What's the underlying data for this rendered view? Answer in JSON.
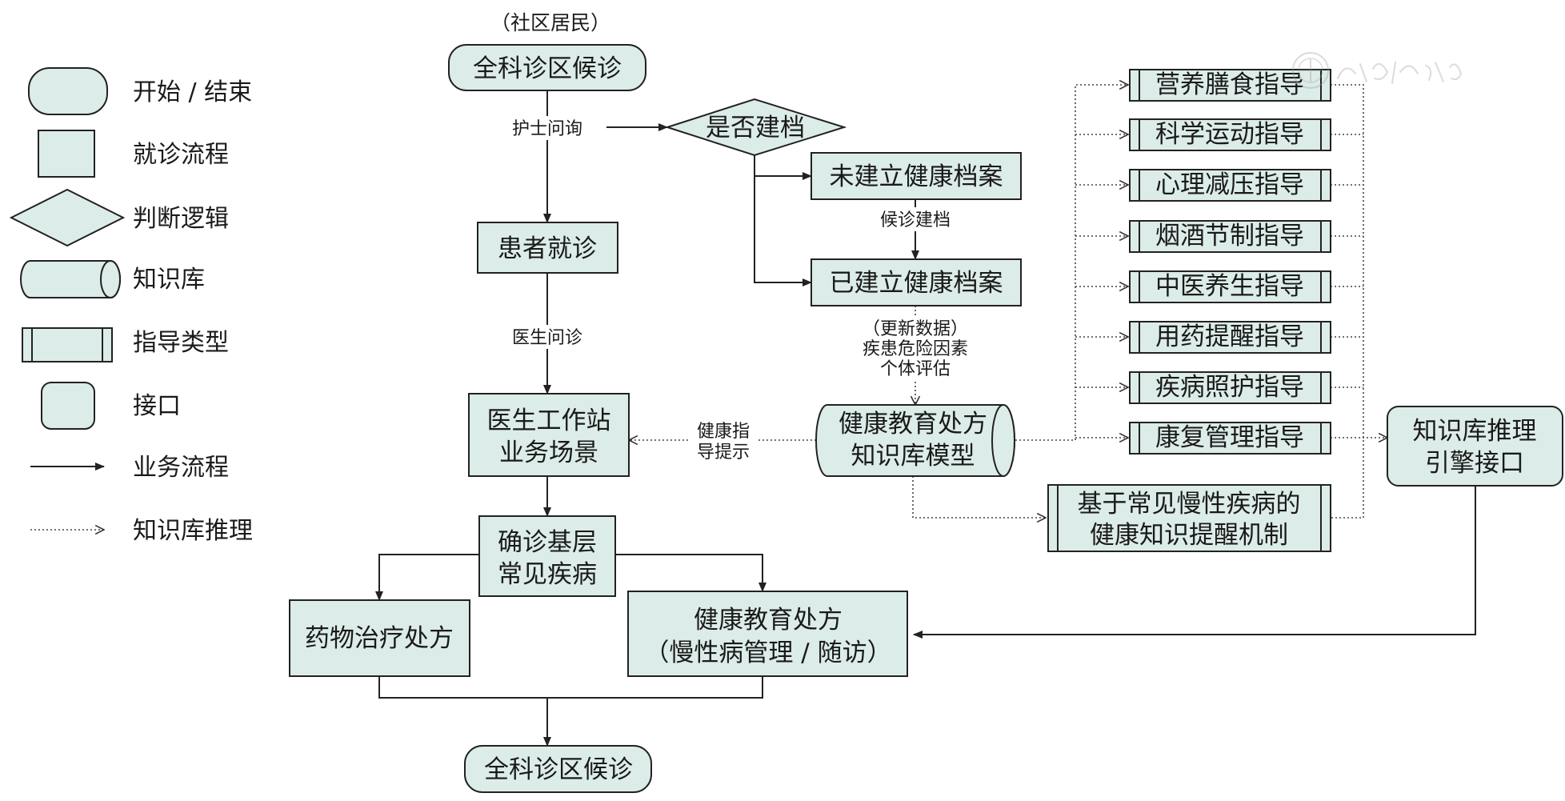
{
  "title": "（社区居民）",
  "legend": {
    "start_end": "开始 / 结束",
    "process": "就诊流程",
    "decision": "判断逻辑",
    "knowledge_base": "知识库",
    "guidance_type": "指导类型",
    "interface": "接口",
    "business_flow": "业务流程",
    "kb_inference": "知识库推理"
  },
  "nodes": {
    "start": "全科诊区候诊",
    "decision": "是否建档",
    "no_record": "未建立健康档案",
    "has_record": "已建立健康档案",
    "patient_visit": "患者就诊",
    "workstation": [
      "医生工作站",
      "业务场景"
    ],
    "kb_model": [
      "健康教育处方",
      "知识库模型"
    ],
    "diagnosis": [
      "确诊基层",
      "常见疾病"
    ],
    "drug_rx": "药物治疗处方",
    "health_rx": [
      "健康教育处方",
      "（慢性病管理 / 随访）"
    ],
    "end": "全科诊区候诊",
    "kb_interface": [
      "知识库推理",
      "引擎接口"
    ],
    "reminder": [
      "基于常见慢性疾病的",
      "健康知识提醒机制"
    ]
  },
  "guidance": [
    "营养膳食指导",
    "科学运动指导",
    "心理减压指导",
    "烟酒节制指导",
    "中医养生指导",
    "用药提醒指导",
    "疾病照护指导",
    "康复管理指导"
  ],
  "edge_labels": {
    "nurse_ask": "护士问询",
    "doctor_ask": "医生问诊",
    "record_while_waiting": "候诊建档",
    "risk_eval": [
      "（更新数据）",
      "疾患危险因素",
      "个体评估"
    ],
    "guidance_hint": [
      "健康指",
      "导提示"
    ]
  },
  "watermark": "中华医学会"
}
